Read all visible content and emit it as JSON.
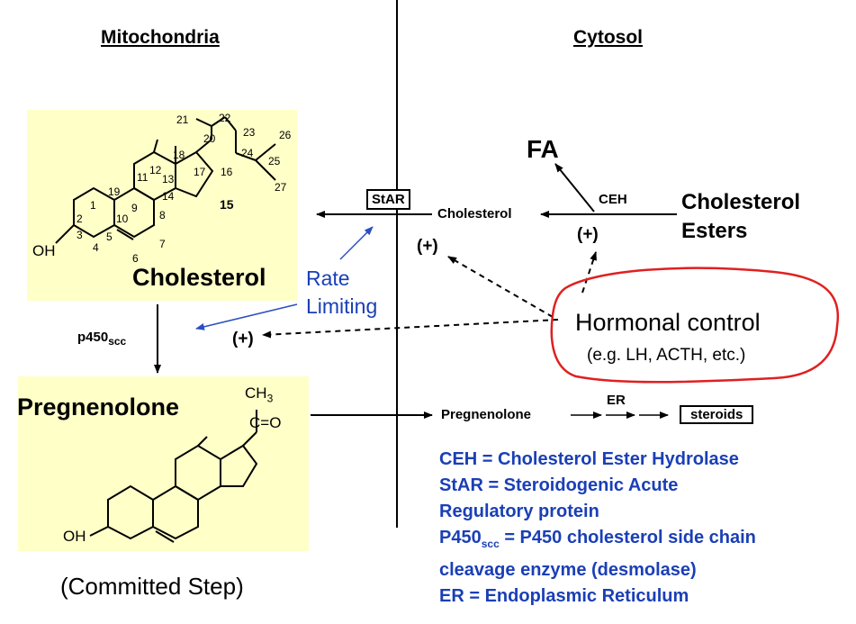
{
  "headers": {
    "left": "Mitochondria",
    "right": "Cytosol"
  },
  "cholesterol_label": "Cholesterol",
  "cholesterol_oh": "OH",
  "cholesterol_numbers": [
    "1",
    "2",
    "3",
    "4",
    "5",
    "6",
    "7",
    "8",
    "9",
    "10",
    "11",
    "12",
    "13",
    "14",
    "15",
    "16",
    "17",
    "18",
    "19",
    "20",
    "21",
    "22",
    "23",
    "24",
    "25",
    "26",
    "27"
  ],
  "pregnenolone_label": "Pregnenolone",
  "pregnenolone_oh": "OH",
  "pregnenolone_ch3": "CH",
  "pregnenolone_ch3_sub": "3",
  "pregnenolone_co": "C=O",
  "committed_step": "(Committed Step)",
  "star_box": "StAR",
  "cyto_cholesterol": "Cholesterol",
  "fa": "FA",
  "ceh": "CEH",
  "plus_ceh": "(+)",
  "cholesterol_esters_line1": "Cholesterol",
  "cholesterol_esters_line2": "Esters",
  "plus_star": "(+)",
  "rate_limiting_line1": "Rate",
  "rate_limiting_line2": "Limiting",
  "p450": "p450",
  "p450_sub": "scc",
  "plus_p450": "(+)",
  "hormonal_control": "Hormonal control",
  "hormonal_examples": "(e.g. LH, ACTH, etc.)",
  "cyto_pregnenolone": "Pregnenolone",
  "er_label": "ER",
  "steroids_box": "steroids",
  "legend": {
    "ceh_def": "CEH = Cholesterol Ester Hydrolase",
    "star_def_1": "StAR = Steroidogenic Acute",
    "star_def_2": "Regulatory protein",
    "p450_def_1": "= P450 cholesterol side chain",
    "p450_prefix": "P450",
    "p450_sub": "scc",
    "p450_def_2": "cleavage enzyme (desmolase)",
    "er_def": "ER = Endoplasmic Reticulum"
  },
  "colors": {
    "box": "#ffffc8",
    "legend": "#1a3fb6",
    "rate_limiting": "#1a3fb6",
    "hormonal_outline": "#e02020"
  }
}
